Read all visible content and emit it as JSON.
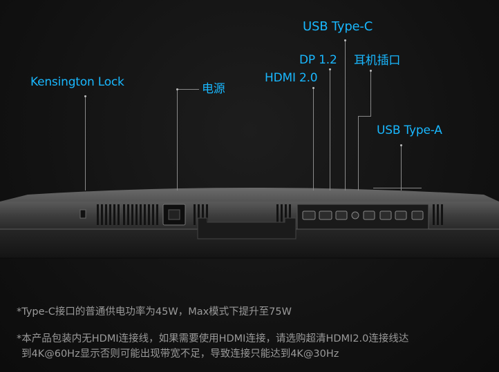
{
  "callouts": {
    "usb_type_c": "USB Type-C",
    "dp": "DP 1.2",
    "headphone": "耳机插口",
    "hdmi": "HDMI 2.0",
    "kensington": "Kensington Lock",
    "power": "电源",
    "usb_type_a": "USB Type-A"
  },
  "notes": {
    "line1": "*Type-C接口的普通供电功率为45W，Max模式下提升至75W",
    "line2": "*本产品包装内无HDMI连接线，如果需要使用HDMI连接，请选购超清HDMI2.0连接线达",
    "line3": "到4K@60Hz显示否则可能出现带宽不足，导致连接只能达到4K@30Hz"
  },
  "colors": {
    "callout": "#19b8ff",
    "note": "#9a9a9a",
    "background": "#0f0f0f"
  }
}
